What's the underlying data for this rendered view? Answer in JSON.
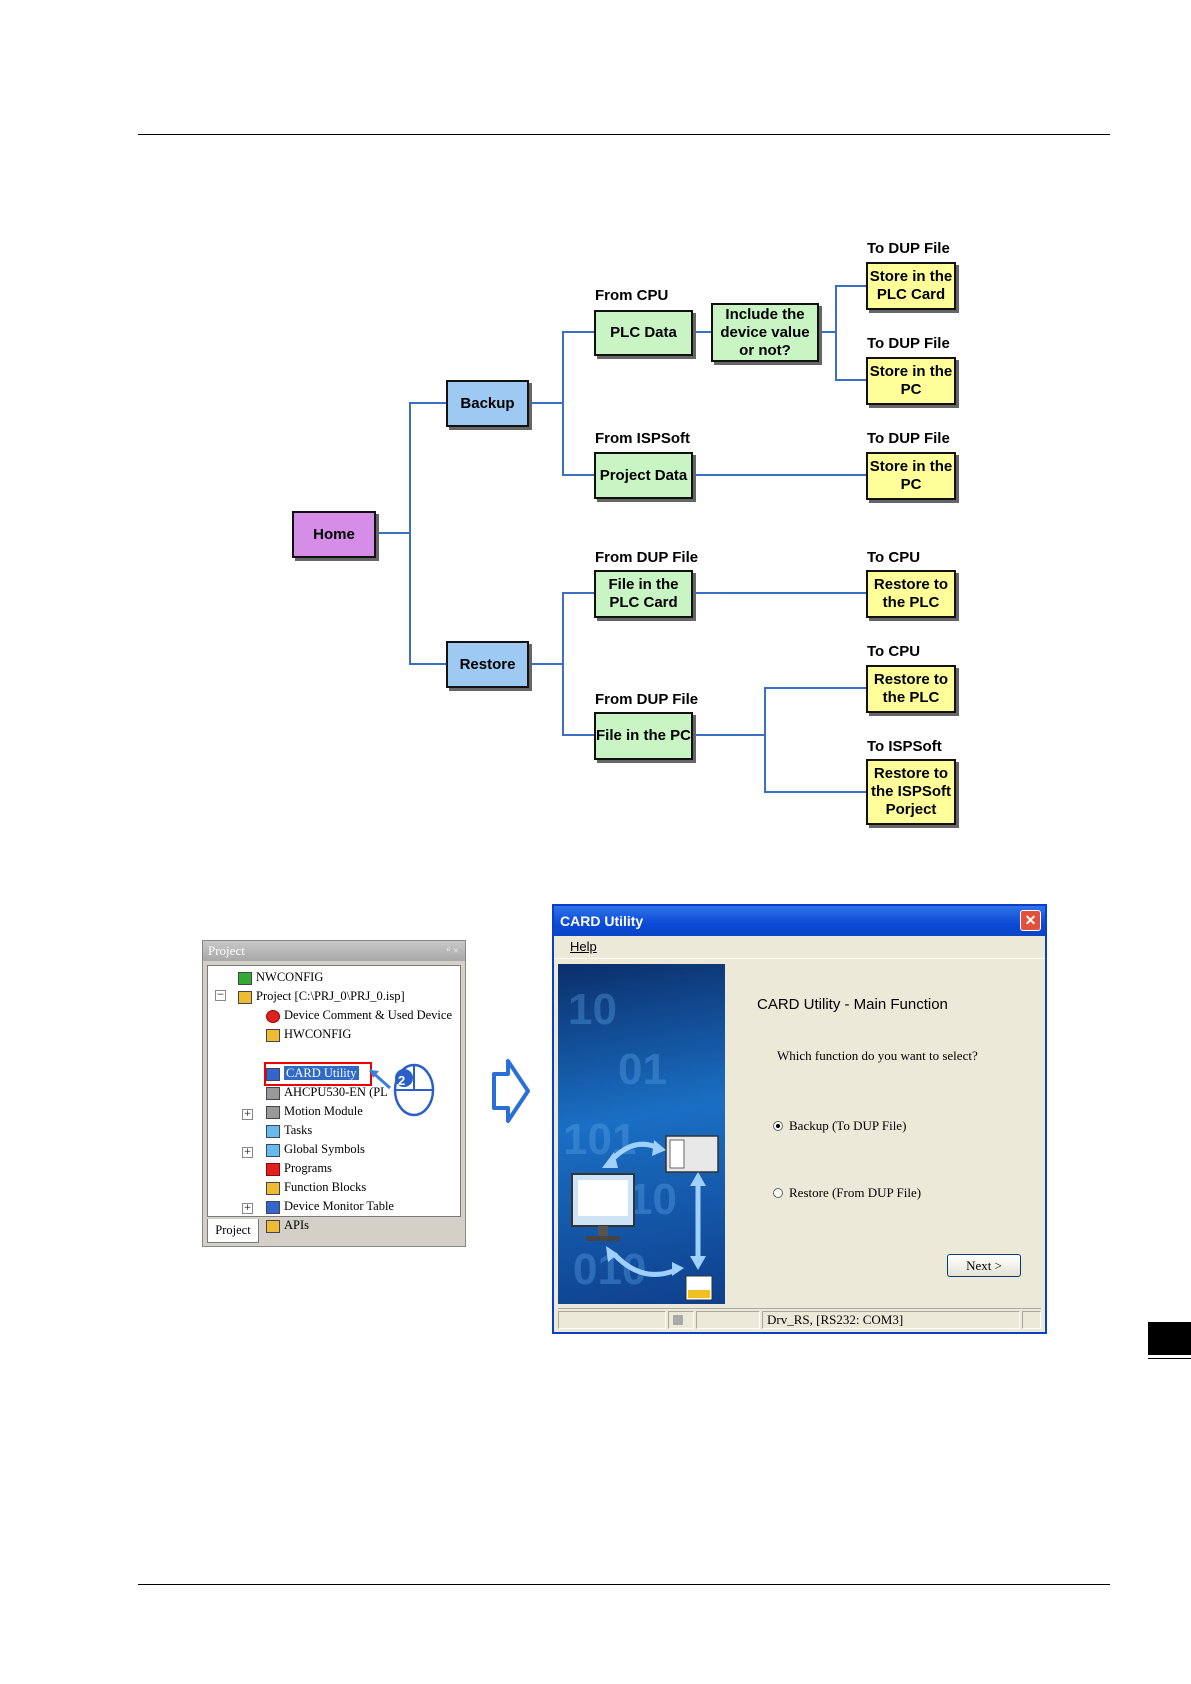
{
  "flowchart": {
    "home": "Home",
    "backup": "Backup",
    "restore": "Restore",
    "from_cpu_label": "From CPU",
    "plc_data": "PLC Data",
    "include_device_value": "Include the device value or not?",
    "to_dup_file_1": "To DUP File",
    "store_in_plc_card": "Store in the PLC Card",
    "to_dup_file_2": "To DUP File",
    "store_in_pc_1": "Store in the PC",
    "from_ispsoft_label": "From ISPSoft",
    "project_data": "Project Data",
    "to_dup_file_3": "To DUP File",
    "store_in_pc_2": "Store in the PC",
    "from_dup_file_1": "From DUP File",
    "file_in_plc_card": "File in the PLC Card",
    "to_cpu_1": "To CPU",
    "restore_to_plc_1": "Restore to the PLC",
    "from_dup_file_2": "From DUP File",
    "file_in_pc": "File in the PC",
    "to_cpu_2": "To CPU",
    "restore_to_plc_2": "Restore to the PLC",
    "to_ispsoft": "To ISPSoft",
    "restore_to_ispsoft": "Restore to the ISPSoft Porject"
  },
  "project_panel": {
    "title": "Project",
    "title_controls": "ᵈ ×",
    "items": [
      {
        "label": "NWCONFIG",
        "icon": "network-config-icon"
      },
      {
        "label": "Project [C:\\PRJ_0\\PRJ_0.isp]",
        "icon": "project-icon"
      },
      {
        "label": "Device Comment & Used Device",
        "icon": "device-comment-icon"
      },
      {
        "label": "HWCONFIG",
        "icon": "hardware-config-icon"
      },
      {
        "label": "CARD Utility",
        "icon": "card-utility-icon"
      },
      {
        "label": "AHCPU530-EN  (PL",
        "icon": "cpu-icon"
      },
      {
        "label": "Motion Module",
        "icon": "motion-module-icon"
      },
      {
        "label": "Tasks",
        "icon": "tasks-icon"
      },
      {
        "label": "Global Symbols",
        "icon": "global-symbols-icon"
      },
      {
        "label": "Programs",
        "icon": "programs-icon"
      },
      {
        "label": "Function Blocks",
        "icon": "function-blocks-icon"
      },
      {
        "label": "Device Monitor Table",
        "icon": "device-monitor-icon"
      },
      {
        "label": "APIs",
        "icon": "apis-icon"
      }
    ],
    "tab_label": "Project",
    "double_click_badge": "2"
  },
  "dialog": {
    "title": "CARD Utility",
    "close_glyph": "✕",
    "menu_help": "Help",
    "heading": "CARD Utility - Main Function",
    "question": "Which function do you want to select?",
    "option_backup": "Backup (To DUP File)",
    "option_restore": "Restore (From DUP File)",
    "selected_option": "backup",
    "next_button": "Next >",
    "status_text": "Drv_RS, [RS232: COM3]"
  },
  "colors": {
    "home": "#d58de8",
    "level1": "#9ec9f2",
    "source": "#c9f5c4",
    "target": "#ffff99",
    "connector": "#3a6fc4"
  }
}
